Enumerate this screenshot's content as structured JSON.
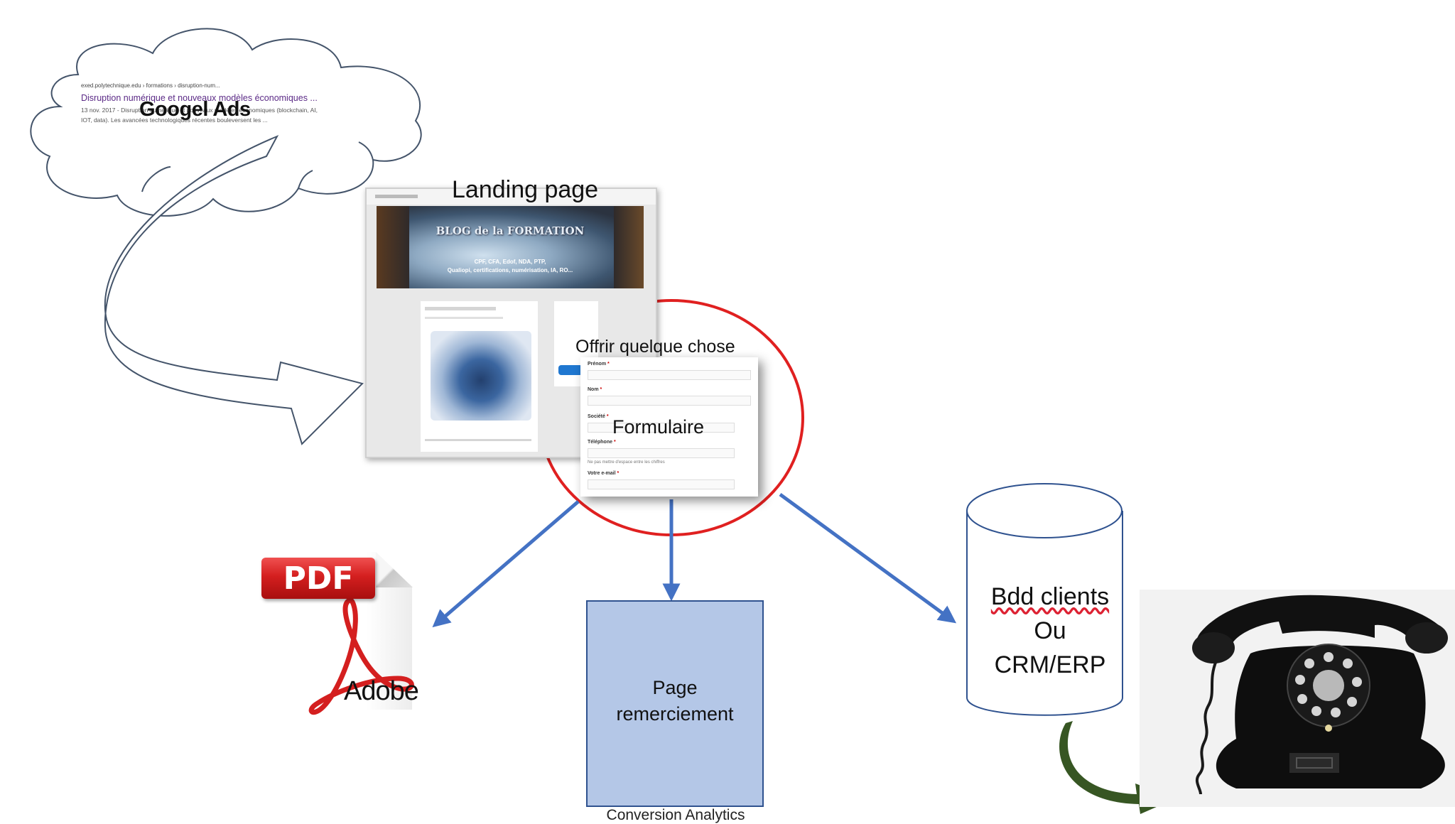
{
  "ads_snippet": {
    "url": "exed.polytechnique.edu › formations › disruption-num...",
    "title": "Disruption numérique et nouveaux modèles économiques ...",
    "snippet_line1": "13 nov. 2017 - Disruption numérique et nouveaux modèles économiques (blockchain, AI,",
    "snippet_line2": "IOT, data). Les avancées technologiques récentes bouleversent les ..."
  },
  "labels": {
    "cloud": "Googel Ads",
    "landing": "Landing page",
    "offer": "Offrir quelque chose",
    "form": "Formulaire",
    "thanks_line1": "Page",
    "thanks_line2": "remerciement",
    "conversion": "Conversion Analytics",
    "db_line1": "Bdd clients",
    "db_line2": "Ou",
    "db_line3": "CRM/ERP"
  },
  "landing_mock": {
    "banner_title": "BLOG de la FORMATION",
    "banner_line1": "CPF, CFA, Edof, NDA, PTP,",
    "banner_line2": "Qualiopi, certifications, numérisation, IA, RO..."
  },
  "form_fields": [
    {
      "label": "Prénom",
      "required": "*"
    },
    {
      "label": "Nom",
      "required": "*"
    },
    {
      "label": "Société",
      "required": "*"
    },
    {
      "label": "Téléphone",
      "required": "*"
    },
    {
      "label": "Votre e-mail",
      "required": "*"
    }
  ],
  "form_hint": "Ne pas mettre d'espace entre les chiffres",
  "pdf_icon": {
    "badge": "PDF",
    "brand": "Adobe"
  },
  "colors": {
    "arrow_blue": "#4472c4",
    "circle_red": "#e02020",
    "cloud_stroke": "#44546a",
    "box_fill": "#b4c7e7",
    "box_stroke": "#2f528f",
    "green_arrow": "#375623"
  },
  "icons": [
    "cloud-shape",
    "curved-arrow",
    "pdf-icon",
    "database-cylinder",
    "telephone-image"
  ]
}
